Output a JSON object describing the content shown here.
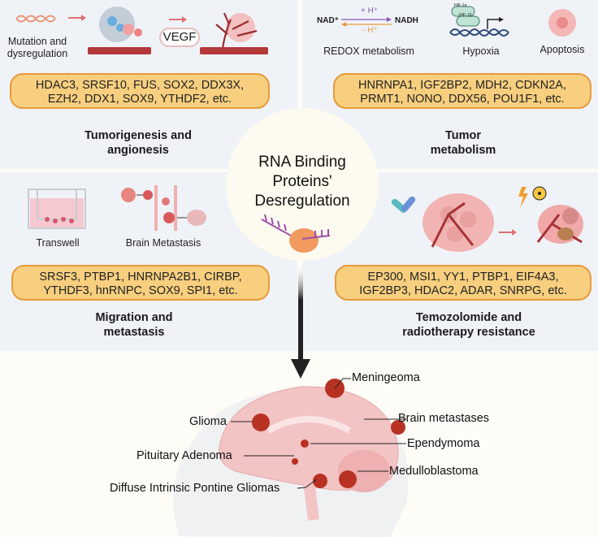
{
  "center": {
    "title_lines": [
      "RNA Binding",
      "Proteins'",
      "Desregulation"
    ]
  },
  "panels": {
    "tumorigenesis": {
      "icon_labels": {
        "mutation": "Mutation and",
        "mutation2": "dysregulation",
        "vegf": "VEGF"
      },
      "genes_line1": "HDAC3, SRSF10, FUS, SOX2, DDX3X,",
      "genes_line2": "EZH2, DDX1, SOX9, YTHDF2, etc.",
      "title_line1": "Tumorigenesis and",
      "title_line2": "angionesis"
    },
    "metabolism": {
      "icon_labels": {
        "nad": "NAD⁺",
        "nadh": "NADH",
        "plus_h": "+ H⁺",
        "minus_h": "- H⁺",
        "redox": "REDOX metabolism",
        "hif1a": "HIF-1α",
        "hif1b": "HIF-1β",
        "hypoxia": "Hypoxia",
        "apoptosis": "Apoptosis"
      },
      "genes_line1": "HNRNPA1, IGF2BP2, MDH2, CDKN2A,",
      "genes_line2": "PRMT1, NONO, DDX56, POU1F1, etc.",
      "title_line1": "Tumor",
      "title_line2": "metabolism"
    },
    "migration": {
      "icon_labels": {
        "transwell": "Transwell",
        "brain_met": "Brain Metastasis"
      },
      "genes_line1": "SRSF3, PTBP1, HNRNPA2B1, CIRBP,",
      "genes_line2": "YTHDF3, hnRNPC, SOX9, SPI1, etc.",
      "title_line1": "Migration and",
      "title_line2": "metastasis"
    },
    "resistance": {
      "genes_line1": "EP300, MSI1, YY1, PTBP1, EIF4A3,",
      "genes_line2": "IGF2BP3, HDAC2, ADAR, SNRPG, etc.",
      "title_line1": "Temozolomide and",
      "title_line2": "radiotherapy resistance"
    }
  },
  "brain": {
    "labels": {
      "meningeoma": "Meningeoma",
      "glioma": "Glioma",
      "brain_metastases": "Brain metastases",
      "ependymoma": "Ependymoma",
      "pituitary": "Pituitary Adenoma",
      "medulloblastoma": "Medulloblastoma",
      "dipg": "Diffuse Intrinsic Pontine Gliomas"
    }
  },
  "colors": {
    "panel_bg": "#eff3f8",
    "pill_fill": "#f7cf7f",
    "pill_border": "#e89a3a",
    "tumor": "#c0392b",
    "brain": "#f3c4c4",
    "vessel": "#b5383a"
  }
}
